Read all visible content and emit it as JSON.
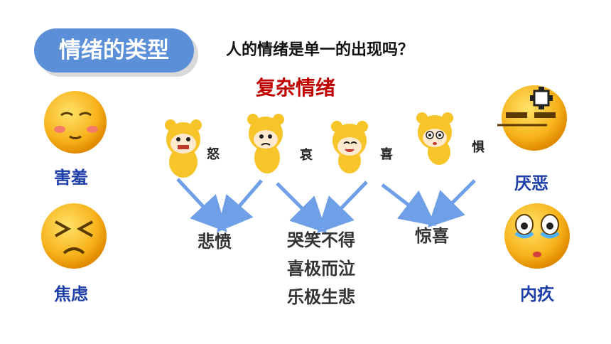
{
  "title": "情绪的类型",
  "question": "人的情绪是单一的出现吗？",
  "subtitle": "复杂情绪",
  "side_emotions": {
    "shy": "害羞",
    "anxious": "焦虑",
    "disgust": "厌恶",
    "guilt": "内疚"
  },
  "basic_emotions": [
    "怒",
    "哀",
    "喜",
    "惧"
  ],
  "complex_emotions": {
    "grief_anger": "悲愤",
    "mixed": [
      "哭笑不得",
      "喜极而泣",
      "乐极生悲"
    ],
    "surprise_joy": "惊喜"
  },
  "colors": {
    "title_bg": "#5b8fd8",
    "arrow": "#6f9fe6",
    "emphasis": "#c00000",
    "emotion_label": "#1f3fa8",
    "face_yellow": "#f7b21b"
  }
}
